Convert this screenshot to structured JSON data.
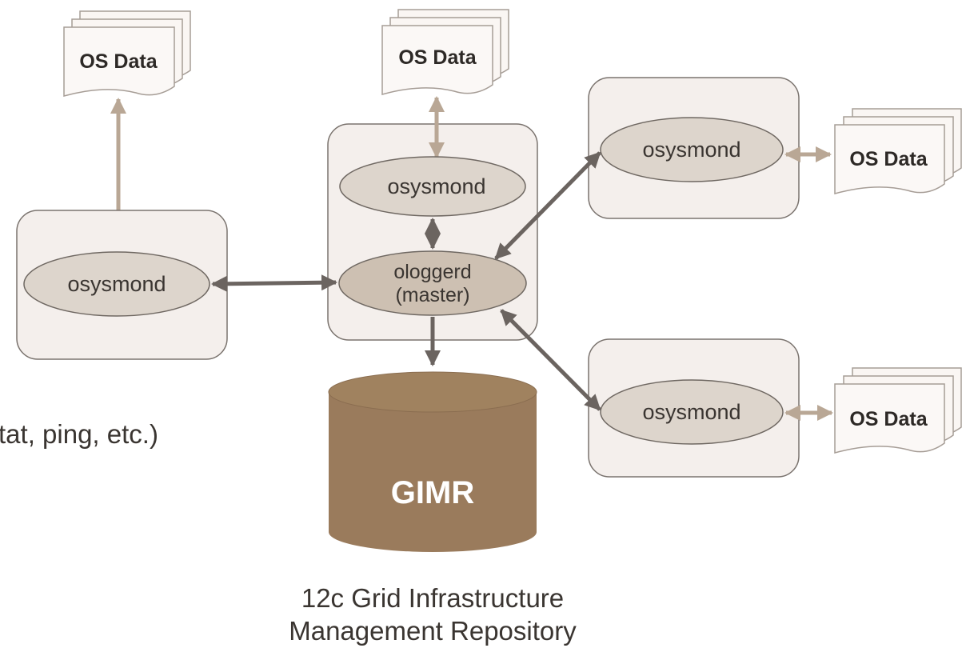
{
  "diagram": {
    "side_text": "tat, ping, etc.)",
    "master_node": {
      "os_data": "OS Data",
      "osysmond": "osysmond",
      "ologgerd_line1": "ologgerd",
      "ologgerd_line2": "(master)"
    },
    "left_node": {
      "os_data": "OS Data",
      "osysmond": "osysmond"
    },
    "top_right_node": {
      "os_data": "OS Data",
      "osysmond": "osysmond"
    },
    "bottom_right_node": {
      "os_data": "OS Data",
      "osysmond": "osysmond"
    },
    "repository": {
      "label": "GIMR",
      "caption_line1": "12c Grid Infrastructure",
      "caption_line2": "Management Repository"
    },
    "colors": {
      "node_box": "#f4efec",
      "node_border": "#7a736e",
      "ellipse_fill": "#ddd5cc",
      "ologgerd_fill": "#cdc0b2",
      "light_arrow": "#b9a795",
      "dark_arrow": "#6b6460",
      "db_fill": "#9a7b5c"
    }
  }
}
